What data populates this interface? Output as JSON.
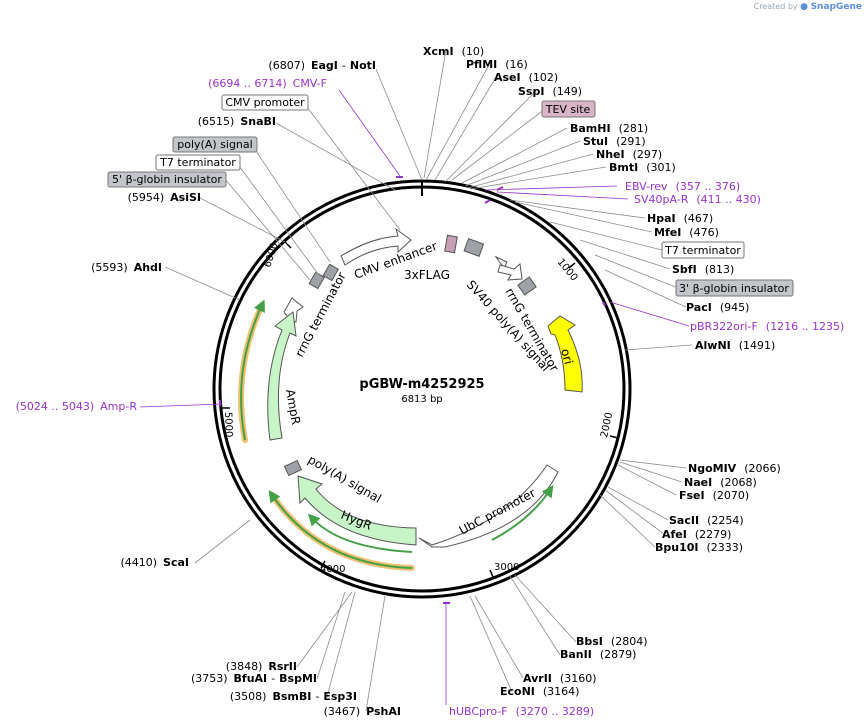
{
  "brand": {
    "created_by": "Created by",
    "name": "SnapGene"
  },
  "plasmid": {
    "name": "pGBW-m4252925",
    "length": "6813 bp"
  },
  "colors": {
    "backbone": "#000000",
    "primer": "#9a32cd",
    "line": "#8c8c8c",
    "ori": "#ffff00",
    "marker": "#c8f5c8",
    "orf_arrow": "#43a047",
    "orf_glow": "#f0c070",
    "grey_box": "#9ea1a6",
    "tag": "#c8a0b4"
  },
  "ticks": [
    "1000",
    "2000",
    "3000",
    "4000",
    "5000",
    "6000"
  ],
  "left_labels": [
    {
      "pos": "(6807)",
      "name": "EagI",
      "extra": "-",
      "name2": "NotI"
    },
    {
      "pos": "(6694 .. 6714)",
      "name": "CMV-F",
      "kind": "primer"
    },
    {
      "name": "CMV promoter",
      "kind": "box"
    },
    {
      "pos": "(6515)",
      "name": "SnaBI"
    },
    {
      "name": "poly(A) signal",
      "kind": "grey"
    },
    {
      "name": "T7 terminator",
      "kind": "box"
    },
    {
      "name": "5' β-globin insulator",
      "kind": "grey"
    },
    {
      "pos": "(5954)",
      "name": "AsiSI"
    },
    {
      "pos": "(5593)",
      "name": "AhdI"
    },
    {
      "pos": "(5024 .. 5043)",
      "name": "Amp-R",
      "kind": "primer"
    },
    {
      "pos": "(4410)",
      "name": "ScaI"
    },
    {
      "pos": "(3848)",
      "name": "RsrII"
    },
    {
      "pos": "(3753)",
      "name": "BfuAI",
      "extra": "-",
      "name2": "BspMI"
    },
    {
      "pos": "(3508)",
      "name": "BsmBI",
      "extra": "-",
      "name2": "Esp3I"
    },
    {
      "pos": "(3467)",
      "name": "PshAI"
    }
  ],
  "right_labels": [
    {
      "name": "XcmI",
      "pos": "(10)"
    },
    {
      "name": "PflMI",
      "pos": "(16)"
    },
    {
      "name": "AseI",
      "pos": "(102)"
    },
    {
      "name": "SspI",
      "pos": "(149)"
    },
    {
      "name": "TEV site",
      "kind": "tag"
    },
    {
      "name": "BamHI",
      "pos": "(281)"
    },
    {
      "name": "StuI",
      "pos": "(291)"
    },
    {
      "name": "NheI",
      "pos": "(297)"
    },
    {
      "name": "BmtI",
      "pos": "(301)"
    },
    {
      "name": "EBV-rev",
      "pos": "(357 .. 376)",
      "kind": "primer"
    },
    {
      "name": "SV40pA-R",
      "pos": "(411 .. 430)",
      "kind": "primer"
    },
    {
      "name": "HpaI",
      "pos": "(467)"
    },
    {
      "name": "MfeI",
      "pos": "(476)"
    },
    {
      "name": "T7 terminator",
      "kind": "box"
    },
    {
      "name": "SbfI",
      "pos": "(813)"
    },
    {
      "name": "3' β-globin insulator",
      "kind": "grey"
    },
    {
      "name": "PacI",
      "pos": "(945)"
    },
    {
      "name": "pBR322ori-F",
      "pos": "(1216 .. 1235)",
      "kind": "primer"
    },
    {
      "name": "AlwNI",
      "pos": "(1491)"
    },
    {
      "name": "NgoMIV",
      "pos": "(2066)"
    },
    {
      "name": "NaeI",
      "pos": "(2068)"
    },
    {
      "name": "FseI",
      "pos": "(2070)"
    },
    {
      "name": "SacII",
      "pos": "(2254)"
    },
    {
      "name": "AfeI",
      "pos": "(2279)"
    },
    {
      "name": "Bpu10I",
      "pos": "(2333)"
    },
    {
      "name": "BbsI",
      "pos": "(2804)"
    },
    {
      "name": "BanII",
      "pos": "(2879)"
    },
    {
      "name": "AvrII",
      "pos": "(3160)"
    },
    {
      "name": "EcoNI",
      "pos": "(3164)"
    },
    {
      "name": "hUBCpro-F",
      "pos": "(3270 .. 3289)",
      "kind": "primer"
    }
  ],
  "features": {
    "cmv_enhancer": "CMV enhancer",
    "flag": "3xFLAG",
    "sv40": "SV40 poly(A) signal",
    "rrng_right": "rrnG terminator",
    "ori": "ori",
    "rrng_left": "rrnG terminator",
    "ampr": "AmpR",
    "polya": "poly(A) signal",
    "hygr": "HygR",
    "ubc": "UbC promoter"
  }
}
